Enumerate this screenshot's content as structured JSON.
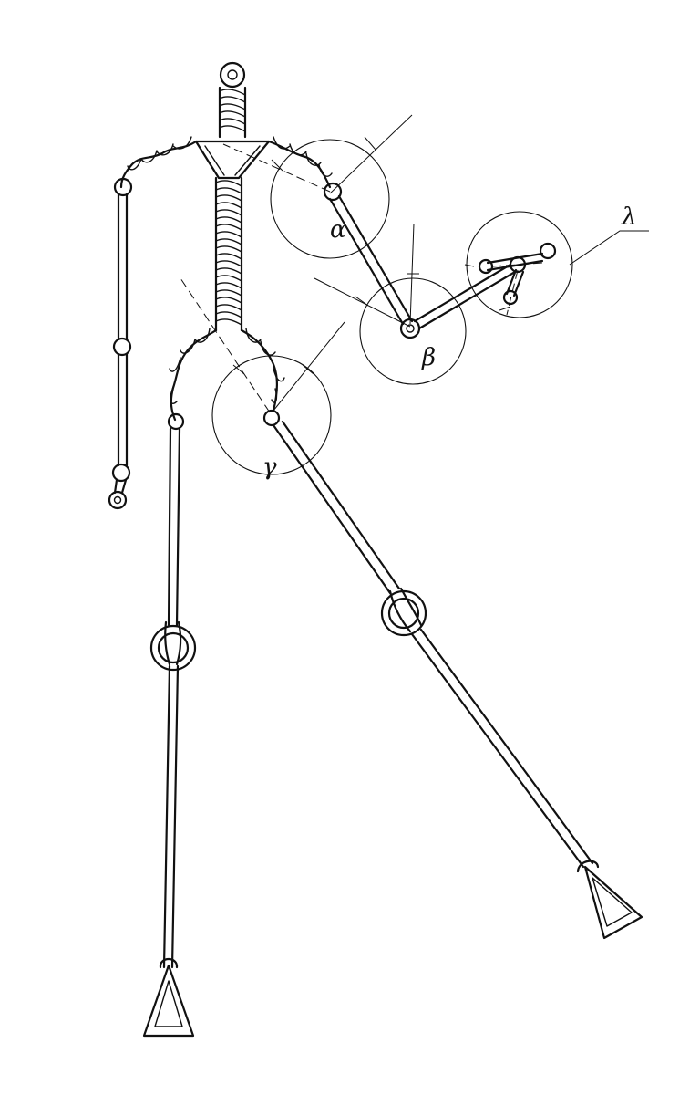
{
  "figure": {
    "labels": {
      "alpha": "α",
      "beta": "β",
      "gamma": "γ",
      "lambda": "λ"
    },
    "colors": {
      "ink": "#111111",
      "paper": "#ffffff"
    }
  }
}
